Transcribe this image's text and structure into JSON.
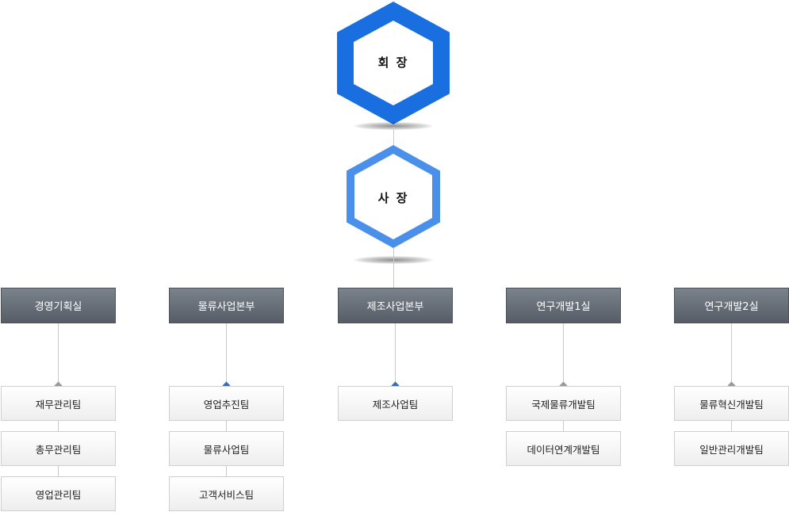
{
  "chairman": {
    "label": "회 장",
    "color": "#1a6fe0"
  },
  "president": {
    "label": "사 장",
    "color": "#4a90ea"
  },
  "departments": [
    {
      "label": "경영기획실",
      "teams": [
        "재무관리팀",
        "총무관리팀",
        "영업관리팀"
      ]
    },
    {
      "label": "물류사업본부",
      "teams": [
        "영업추진팀",
        "물류사업팀",
        "고객서비스팀"
      ]
    },
    {
      "label": "제조사업본부",
      "teams": [
        "제조사업팀"
      ]
    },
    {
      "label": "연구개발1실",
      "teams": [
        "국제물류개발팀",
        "데이터연계개발팀"
      ]
    },
    {
      "label": "연구개발2실",
      "teams": [
        "물류혁신개발팀",
        "일반관리개발팀"
      ]
    }
  ],
  "colors": {
    "dept_bg": "#5f666f",
    "connector": "#c9c9c9",
    "marker_grey": "#9a9a9a",
    "marker_blue": "#3b6fb0"
  }
}
